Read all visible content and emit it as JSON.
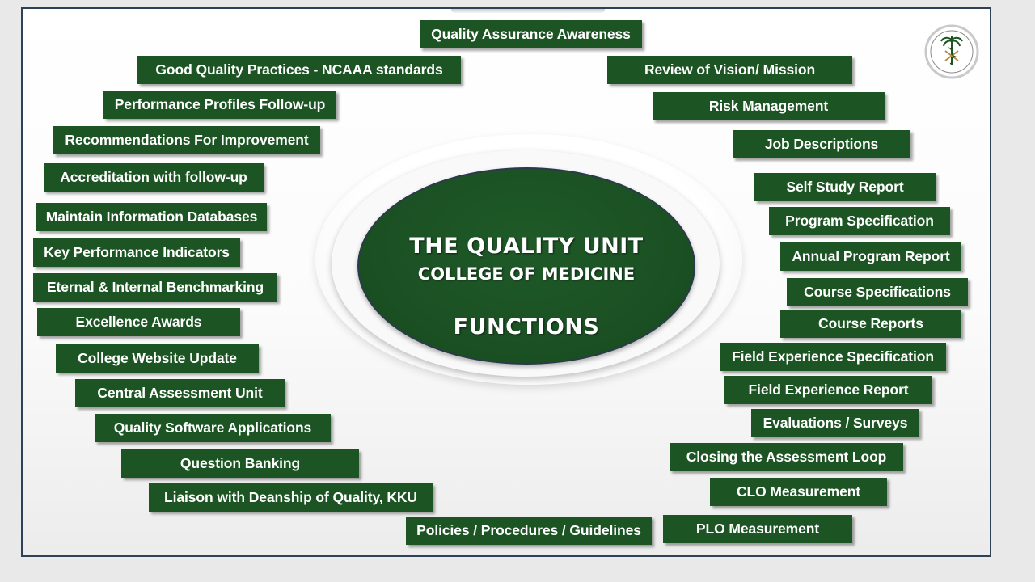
{
  "center": {
    "line1": "THE QUALITY UNIT",
    "line2": "COLLEGE OF MEDICINE",
    "line3": "FUNCTIONS"
  },
  "colors": {
    "box_fill": "#1c5423",
    "box_text": "#ffffff",
    "center_fill": "#1f5a28",
    "frame": "#2f4255"
  },
  "functions": {
    "top": [
      "Quality Assurance Awareness"
    ],
    "left": [
      "Good Quality Practices - NCAAA standards",
      "Performance Profiles Follow-up",
      "Recommendations For Improvement",
      "Accreditation with follow-up",
      "Maintain Information Databases",
      "Key Performance Indicators",
      "Eternal & Internal Benchmarking",
      "Excellence Awards",
      "College Website Update",
      "Central Assessment Unit",
      "Quality Software Applications",
      "Question Banking",
      "Liaison with Deanship of Quality, KKU",
      "Policies / Procedures / Guidelines"
    ],
    "right": [
      "Review of Vision/ Mission",
      "Risk Management",
      "Job Descriptions",
      "Self Study Report",
      "Program Specification",
      "Annual Program Report",
      "Course Specifications",
      "Course Reports",
      "Field Experience Specification",
      "Field Experience Report",
      "Evaluations / Surveys",
      "Closing the Assessment Loop",
      "CLO Measurement",
      "PLO Measurement"
    ]
  }
}
